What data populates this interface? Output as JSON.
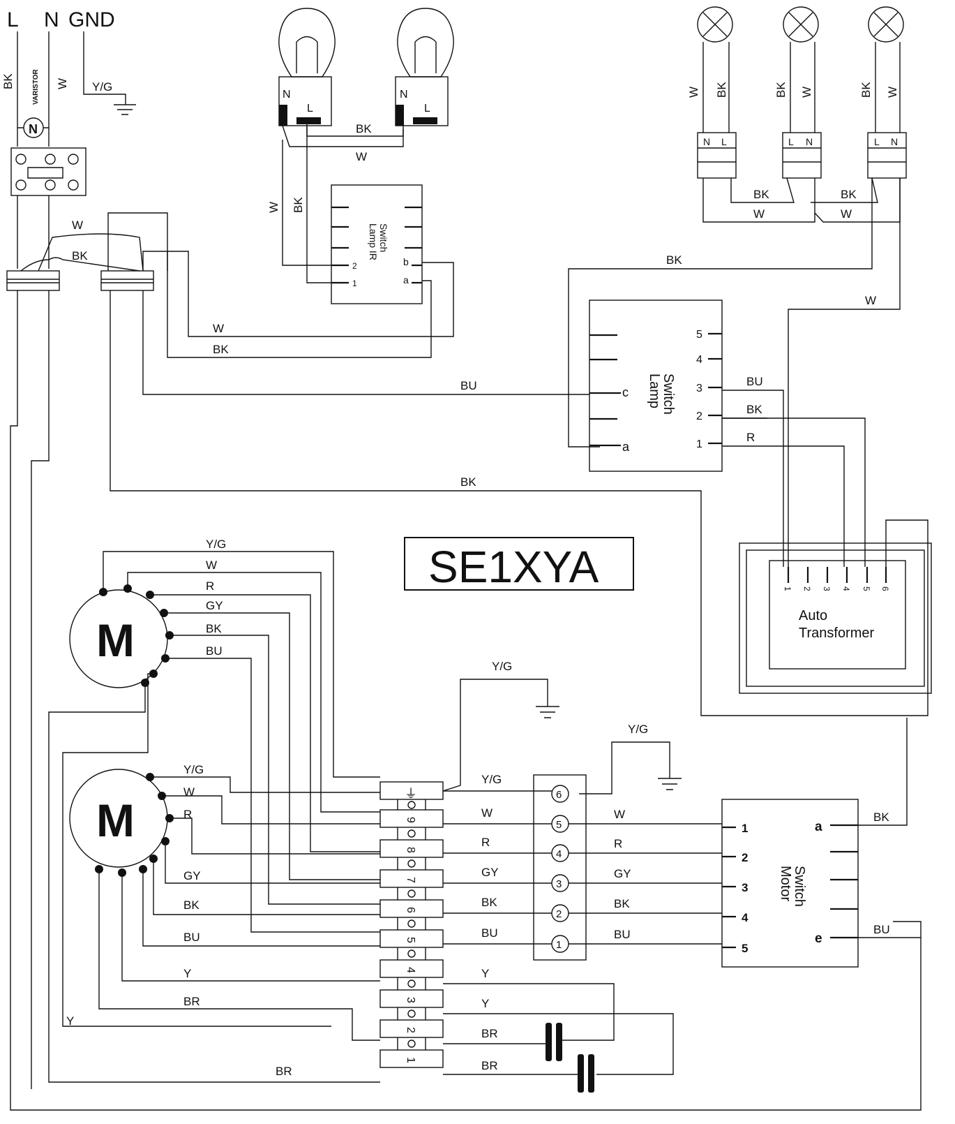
{
  "title": "SE1XYA",
  "supply": {
    "L": "L",
    "N": "N",
    "GND": "GND"
  },
  "varistor": {
    "label": "VARISTOR",
    "symbol": "N"
  },
  "motor_symbol": "M",
  "lamp_terminals": {
    "n": "N",
    "l": "L"
  },
  "switch_lamp_ir": {
    "name": [
      "Switch",
      "Lamp IR"
    ],
    "pins": [
      "2",
      "1",
      "b",
      "a"
    ]
  },
  "switch_lamp": {
    "name": [
      "Switch",
      "Lamp"
    ],
    "pins_left": [
      "c",
      "a"
    ],
    "pins_right": [
      "5",
      "4",
      "3",
      "2",
      "1"
    ]
  },
  "auto_transformer": {
    "name": [
      "Auto",
      "Transformer"
    ],
    "pins": [
      "1",
      "2",
      "3",
      "4",
      "5",
      "6"
    ]
  },
  "terminal_block": {
    "ground": "⏚",
    "pins": [
      "9",
      "8",
      "7",
      "6",
      "5",
      "4",
      "3",
      "2",
      "1"
    ]
  },
  "connector": {
    "pins": [
      "6",
      "5",
      "4",
      "3",
      "2",
      "1"
    ]
  },
  "switch_motor": {
    "name": [
      "Switch",
      "Motor"
    ],
    "pins_left": [
      "1",
      "2",
      "3",
      "4",
      "5"
    ],
    "pins_right": [
      "a",
      "e"
    ]
  },
  "wire_colors": {
    "bk": "BK",
    "w": "W",
    "yg": "Y/G",
    "bu": "BU",
    "r": "R",
    "gy": "GY",
    "y": "Y",
    "br": "BR"
  }
}
